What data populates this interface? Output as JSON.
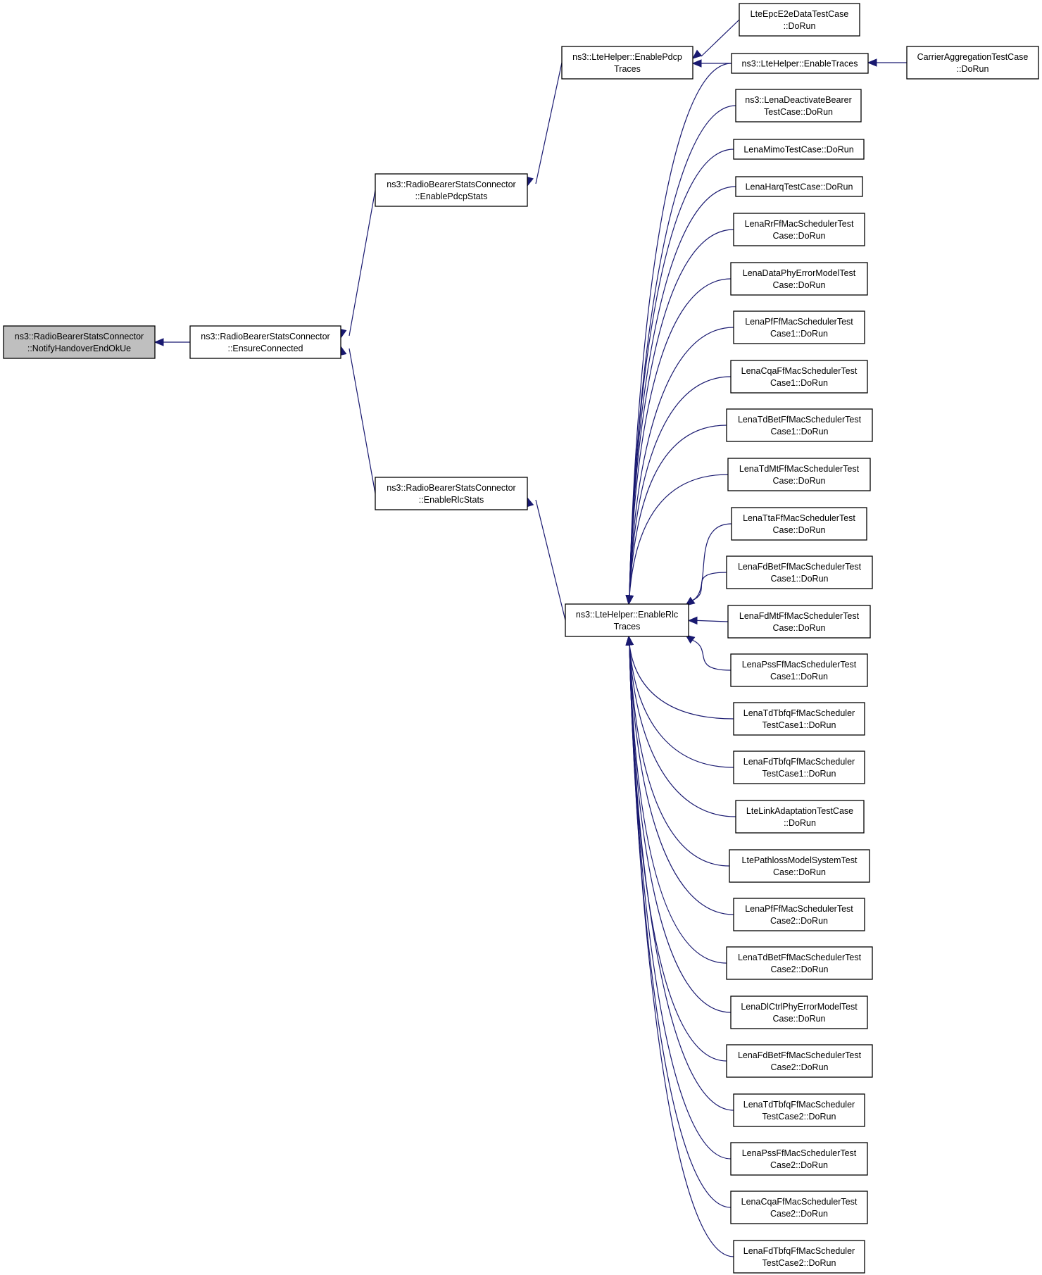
{
  "nodes": [
    {
      "id": "root",
      "root": true,
      "lines": [
        "ns3::RadioBearerStatsConnector",
        "::NotifyHandoverEndOkUe"
      ]
    },
    {
      "id": "ensure",
      "lines": [
        "ns3::RadioBearerStatsConnector",
        "::EnsureConnected"
      ]
    },
    {
      "id": "pdcpstats",
      "lines": [
        "ns3::RadioBearerStatsConnector",
        "::EnablePdcpStats"
      ]
    },
    {
      "id": "rlcstats",
      "lines": [
        "ns3::RadioBearerStatsConnector",
        "::EnableRlcStats"
      ]
    },
    {
      "id": "pdcptraces",
      "lines": [
        "ns3::LteHelper::EnablePdcp",
        "Traces"
      ]
    },
    {
      "id": "rlctraces",
      "lines": [
        "ns3::LteHelper::EnableRlc",
        "Traces"
      ]
    },
    {
      "id": "epce2e",
      "lines": [
        "LteEpcE2eDataTestCase",
        "::DoRun"
      ]
    },
    {
      "id": "enabletraces",
      "lines": [
        "ns3::LteHelper::EnableTraces"
      ]
    },
    {
      "id": "carrier",
      "lines": [
        "CarrierAggregationTestCase",
        "::DoRun"
      ]
    },
    {
      "id": "t1",
      "lines": [
        "ns3::LenaDeactivateBearer",
        "TestCase::DoRun"
      ]
    },
    {
      "id": "t2",
      "lines": [
        "LenaMimoTestCase::DoRun"
      ]
    },
    {
      "id": "t3",
      "lines": [
        "LenaHarqTestCase::DoRun"
      ]
    },
    {
      "id": "t4",
      "lines": [
        "LenaRrFfMacSchedulerTest",
        "Case::DoRun"
      ]
    },
    {
      "id": "t5",
      "lines": [
        "LenaDataPhyErrorModelTest",
        "Case::DoRun"
      ]
    },
    {
      "id": "t6",
      "lines": [
        "LenaPfFfMacSchedulerTest",
        "Case1::DoRun"
      ]
    },
    {
      "id": "t7",
      "lines": [
        "LenaCqaFfMacSchedulerTest",
        "Case1::DoRun"
      ]
    },
    {
      "id": "t8",
      "lines": [
        "LenaTdBetFfMacSchedulerTest",
        "Case1::DoRun"
      ]
    },
    {
      "id": "t9",
      "lines": [
        "LenaTdMtFfMacSchedulerTest",
        "Case::DoRun"
      ]
    },
    {
      "id": "t10",
      "lines": [
        "LenaTtaFfMacSchedulerTest",
        "Case::DoRun"
      ]
    },
    {
      "id": "t11",
      "lines": [
        "LenaFdBetFfMacSchedulerTest",
        "Case1::DoRun"
      ]
    },
    {
      "id": "t12",
      "lines": [
        "LenaFdMtFfMacSchedulerTest",
        "Case::DoRun"
      ]
    },
    {
      "id": "t13",
      "lines": [
        "LenaPssFfMacSchedulerTest",
        "Case1::DoRun"
      ]
    },
    {
      "id": "t14",
      "lines": [
        "LenaTdTbfqFfMacScheduler",
        "TestCase1::DoRun"
      ]
    },
    {
      "id": "t15",
      "lines": [
        "LenaFdTbfqFfMacScheduler",
        "TestCase1::DoRun"
      ]
    },
    {
      "id": "t16",
      "lines": [
        "LteLinkAdaptationTestCase",
        "::DoRun"
      ]
    },
    {
      "id": "t17",
      "lines": [
        "LtePathlossModelSystemTest",
        "Case::DoRun"
      ]
    },
    {
      "id": "t18",
      "lines": [
        "LenaPfFfMacSchedulerTest",
        "Case2::DoRun"
      ]
    },
    {
      "id": "t19",
      "lines": [
        "LenaTdBetFfMacSchedulerTest",
        "Case2::DoRun"
      ]
    },
    {
      "id": "t20",
      "lines": [
        "LenaDlCtrlPhyErrorModelTest",
        "Case::DoRun"
      ]
    },
    {
      "id": "t21",
      "lines": [
        "LenaFdBetFfMacSchedulerTest",
        "Case2::DoRun"
      ]
    },
    {
      "id": "t22",
      "lines": [
        "LenaTdTbfqFfMacScheduler",
        "TestCase2::DoRun"
      ]
    },
    {
      "id": "t23",
      "lines": [
        "LenaPssFfMacSchedulerTest",
        "Case2::DoRun"
      ]
    },
    {
      "id": "t24",
      "lines": [
        "LenaCqaFfMacSchedulerTest",
        "Case2::DoRun"
      ]
    },
    {
      "id": "t25",
      "lines": [
        "LenaFdTbfqFfMacScheduler",
        "TestCase2::DoRun"
      ]
    }
  ],
  "edges": [
    {
      "from": "ensure",
      "to": "root"
    },
    {
      "from": "pdcpstats",
      "to": "ensure"
    },
    {
      "from": "rlcstats",
      "to": "ensure"
    },
    {
      "from": "pdcptraces",
      "to": "pdcpstats"
    },
    {
      "from": "rlctraces",
      "to": "rlcstats"
    },
    {
      "from": "epce2e",
      "to": "pdcptraces"
    },
    {
      "from": "enabletraces",
      "to": "pdcptraces"
    },
    {
      "from": "carrier",
      "to": "enabletraces"
    },
    {
      "from": "enabletraces",
      "to": "rlctraces"
    },
    {
      "from": "t1",
      "to": "rlctraces"
    },
    {
      "from": "t2",
      "to": "rlctraces"
    },
    {
      "from": "t3",
      "to": "rlctraces"
    },
    {
      "from": "t4",
      "to": "rlctraces"
    },
    {
      "from": "t5",
      "to": "rlctraces"
    },
    {
      "from": "t6",
      "to": "rlctraces"
    },
    {
      "from": "t7",
      "to": "rlctraces"
    },
    {
      "from": "t8",
      "to": "rlctraces"
    },
    {
      "from": "t9",
      "to": "rlctraces"
    },
    {
      "from": "t10",
      "to": "rlctraces"
    },
    {
      "from": "t11",
      "to": "rlctraces"
    },
    {
      "from": "t12",
      "to": "rlctraces"
    },
    {
      "from": "t13",
      "to": "rlctraces"
    },
    {
      "from": "t14",
      "to": "rlctraces"
    },
    {
      "from": "t15",
      "to": "rlctraces"
    },
    {
      "from": "t16",
      "to": "rlctraces"
    },
    {
      "from": "t17",
      "to": "rlctraces"
    },
    {
      "from": "t18",
      "to": "rlctraces"
    },
    {
      "from": "t19",
      "to": "rlctraces"
    },
    {
      "from": "t20",
      "to": "rlctraces"
    },
    {
      "from": "t21",
      "to": "rlctraces"
    },
    {
      "from": "t22",
      "to": "rlctraces"
    },
    {
      "from": "t23",
      "to": "rlctraces"
    },
    {
      "from": "t24",
      "to": "rlctraces"
    },
    {
      "from": "t25",
      "to": "rlctraces"
    }
  ],
  "colors": {
    "edge": "#191970",
    "root_fill": "#bfbfbf",
    "node_fill": "#ffffff",
    "border": "#000000"
  }
}
